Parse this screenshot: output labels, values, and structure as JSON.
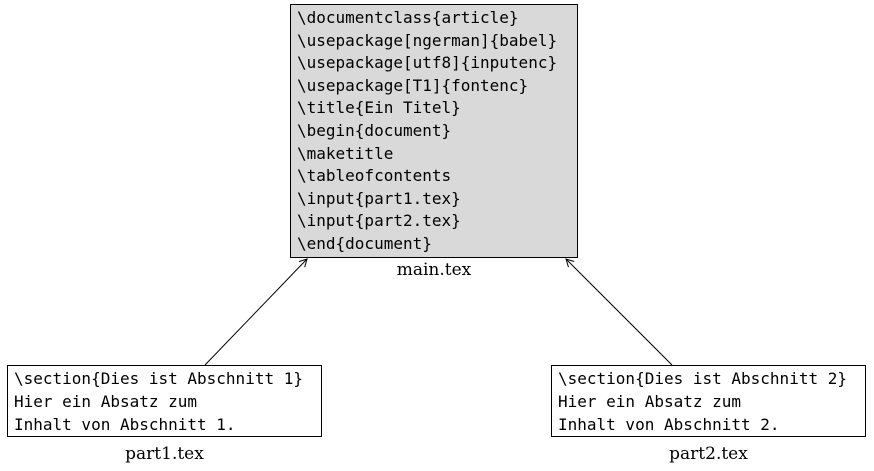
{
  "files": {
    "main": {
      "label": "main.tex",
      "lines": [
        "\\documentclass{article}",
        "\\usepackage[ngerman]{babel}",
        "\\usepackage[utf8]{inputenc}",
        "\\usepackage[T1]{fontenc}",
        "\\title{Ein Titel}",
        "\\begin{document}",
        "\\maketitle",
        "\\tableofcontents",
        "\\input{part1.tex}",
        "\\input{part2.tex}",
        "\\end{document}"
      ]
    },
    "part1": {
      "label": "part1.tex",
      "lines": [
        "\\section{Dies ist Abschnitt 1}",
        "Hier ein Absatz zum",
        "Inhalt von Abschnitt 1."
      ]
    },
    "part2": {
      "label": "part2.tex",
      "lines": [
        "\\section{Dies ist Abschnitt 2}",
        "Hier ein Absatz zum",
        "Inhalt von Abschnitt 2."
      ]
    }
  },
  "colors": {
    "background": "#ffffff",
    "main_box_fill": "#d9d9d9",
    "part_box_fill": "#ffffff",
    "box_border": "#000000",
    "arrow": "#000000",
    "text": "#000000"
  }
}
